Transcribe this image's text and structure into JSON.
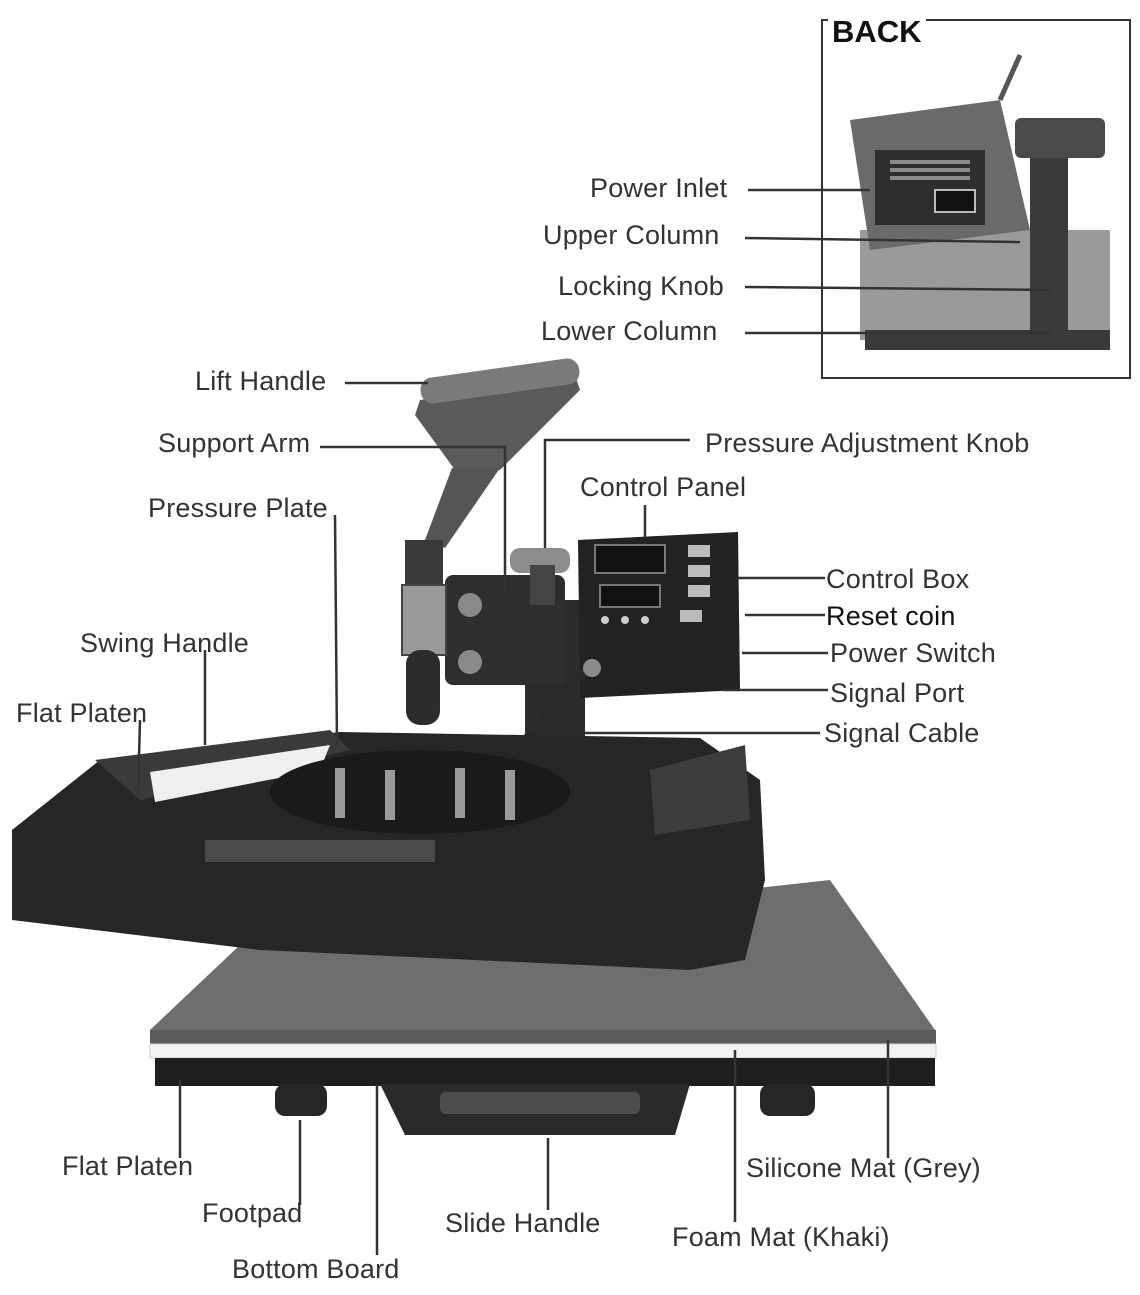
{
  "diagram": {
    "back_inset": {
      "title": "BACK"
    },
    "labels": {
      "power_inlet": "Power Inlet",
      "upper_column": "Upper Column",
      "locking_knob": "Locking Knob",
      "lower_column": "Lower Column",
      "lift_handle": "Lift Handle",
      "support_arm": "Support Arm",
      "pressure_adjustment_knob": "Pressure Adjustment Knob",
      "control_panel": "Control Panel",
      "pressure_plate": "Pressure Plate",
      "control_box": "Control Box",
      "reset_coin": "Reset coin",
      "power_switch": "Power Switch",
      "swing_handle": "Swing Handle",
      "signal_port": "Signal Port",
      "flat_platen_top": "Flat Platen",
      "signal_cable": "Signal Cable",
      "flat_platen_bottom": "Flat Platen",
      "footpad": "Footpad",
      "bottom_board": "Bottom Board",
      "slide_handle": "Slide Handle",
      "silicone_mat": "Silicone Mat (Grey)",
      "foam_mat": "Foam Mat (Khaki)"
    },
    "colors": {
      "machine_body": "#262626",
      "platen_surface": "#6e6e6e",
      "foam_strip": "#f2f2f2",
      "handle_grip": "#7a7a7a",
      "leader_line": "#333333",
      "text": "#333333"
    }
  }
}
